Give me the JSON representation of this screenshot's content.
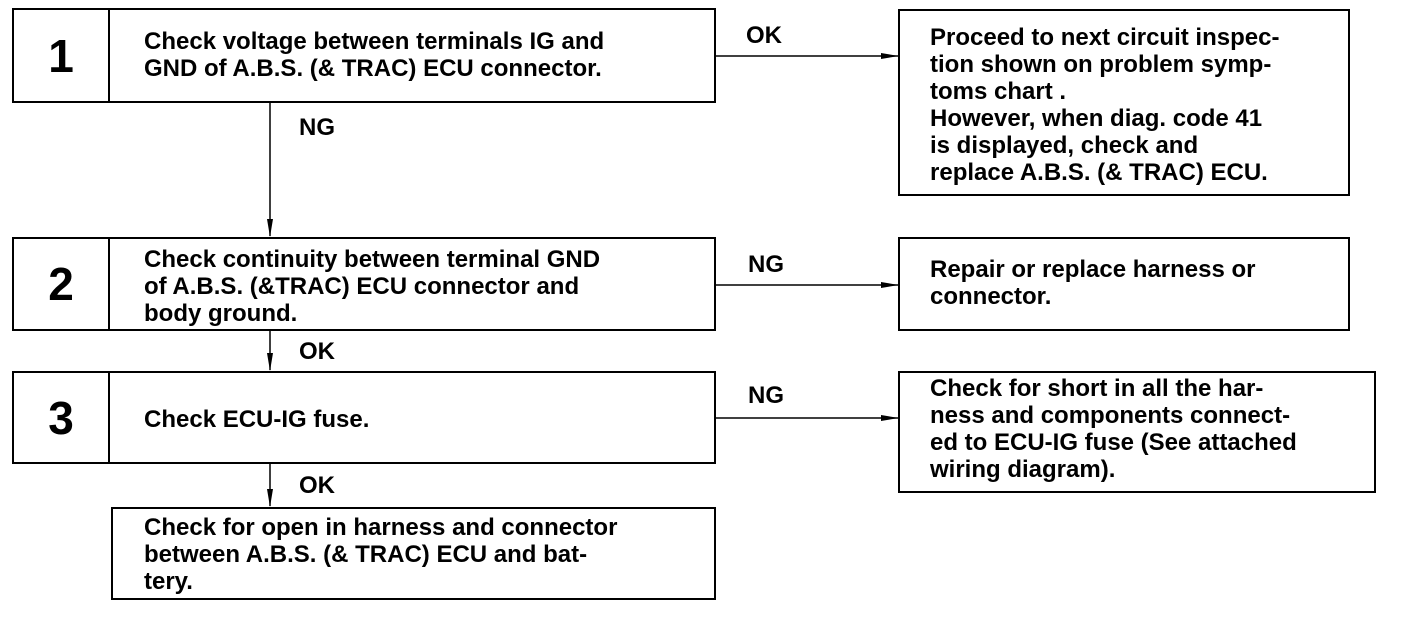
{
  "steps": [
    {
      "number": "1",
      "text": "Check voltage between terminals IG and\nGND of A.B.S. (& TRAC) ECU connector."
    },
    {
      "number": "2",
      "text": "Check continuity between terminal GND\nof A.B.S. (&TRAC) ECU connector and\nbody ground."
    },
    {
      "number": "3",
      "text": "Check ECU-IG fuse."
    }
  ],
  "final_step": {
    "text": "Check for open in harness and connector\nbetween A.B.S. (& TRAC) ECU and bat-\ntery."
  },
  "results": [
    {
      "text": "Proceed to next circuit inspec-\ntion shown on problem symp-\ntoms chart .\nHowever, when diag. code 41\nis displayed, check and\nreplace A.B.S. (& TRAC) ECU."
    },
    {
      "text": "Repair or replace harness or\nconnector."
    },
    {
      "text": "Check for short in all the har-\nness and components connect-\ned to ECU-IG fuse (See attached\nwiring diagram)."
    }
  ],
  "edge_labels": {
    "step1_ok": "OK",
    "step1_ng": "NG",
    "step2_ng": "NG",
    "step2_ok": "OK",
    "step3_ng": "NG",
    "step3_ok": "OK"
  }
}
